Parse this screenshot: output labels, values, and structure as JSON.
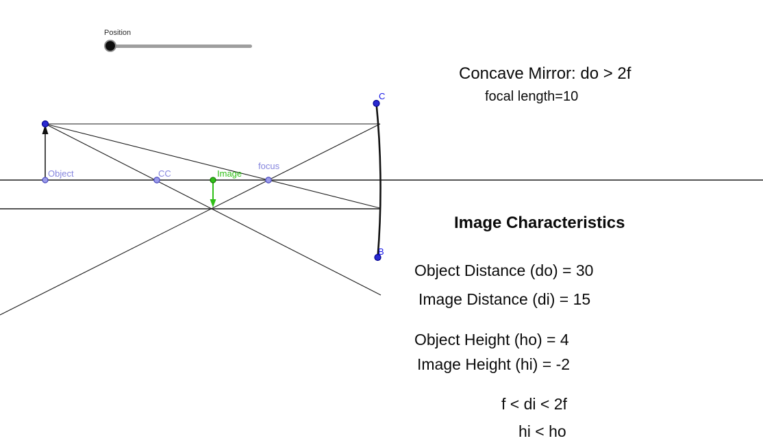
{
  "slider": {
    "label": "Position"
  },
  "header": {
    "title": "Concave Mirror: do > 2f",
    "subtitle": "focal length=10"
  },
  "characteristics": {
    "heading": "Image Characteristics",
    "lines": [
      "Object Distance (do) = 30",
      "Image Distance (di) = 15",
      "Object Height (ho) = 4",
      "Image Height (hi) = -2",
      "f < di < 2f",
      "hi < ho"
    ]
  },
  "diagram": {
    "point_labels": {
      "object": "Object",
      "center_of_curvature": "CC",
      "image": "Image",
      "focus": "focus",
      "mirror_top": "C",
      "mirror_bottom": "B"
    },
    "values": {
      "focal_length": 10,
      "object_distance_do": 30,
      "image_distance_di": 15,
      "object_height_ho": 4,
      "image_height_hi": -2
    },
    "colors": {
      "blue_point": "#2a2ad0",
      "purple_point": "#9a9aea",
      "purple_label": "#8585de",
      "green": "#2fbf17",
      "axis_gray": "#545454",
      "ray_black": "#1a1a1a"
    }
  }
}
